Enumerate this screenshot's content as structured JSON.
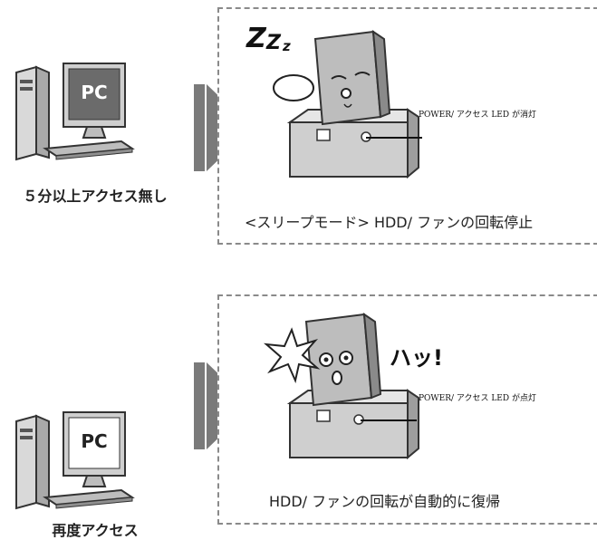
{
  "top": {
    "pc_screen_text": "PC",
    "pc_caption": "５分以上アクセス無し",
    "led_note": "POWER/ アクセス LED が消灯",
    "panel_caption": "<スリープモード> HDD/ ファンの回転停止",
    "sleep_glyph": "zzz-icon"
  },
  "bottom": {
    "pc_screen_text": "PC",
    "pc_caption": "再度アクセス",
    "led_note": "POWER/ アクセス LED が点灯",
    "exclaim": "ハッ!",
    "panel_caption": "HDD/ ファンの回転が自動的に復帰"
  },
  "colors": {
    "arrow": "#7a7a7a",
    "screen_dark": "#6b6b6b",
    "screen_light": "#ffffff",
    "panel_border": "#8a8a8a"
  }
}
